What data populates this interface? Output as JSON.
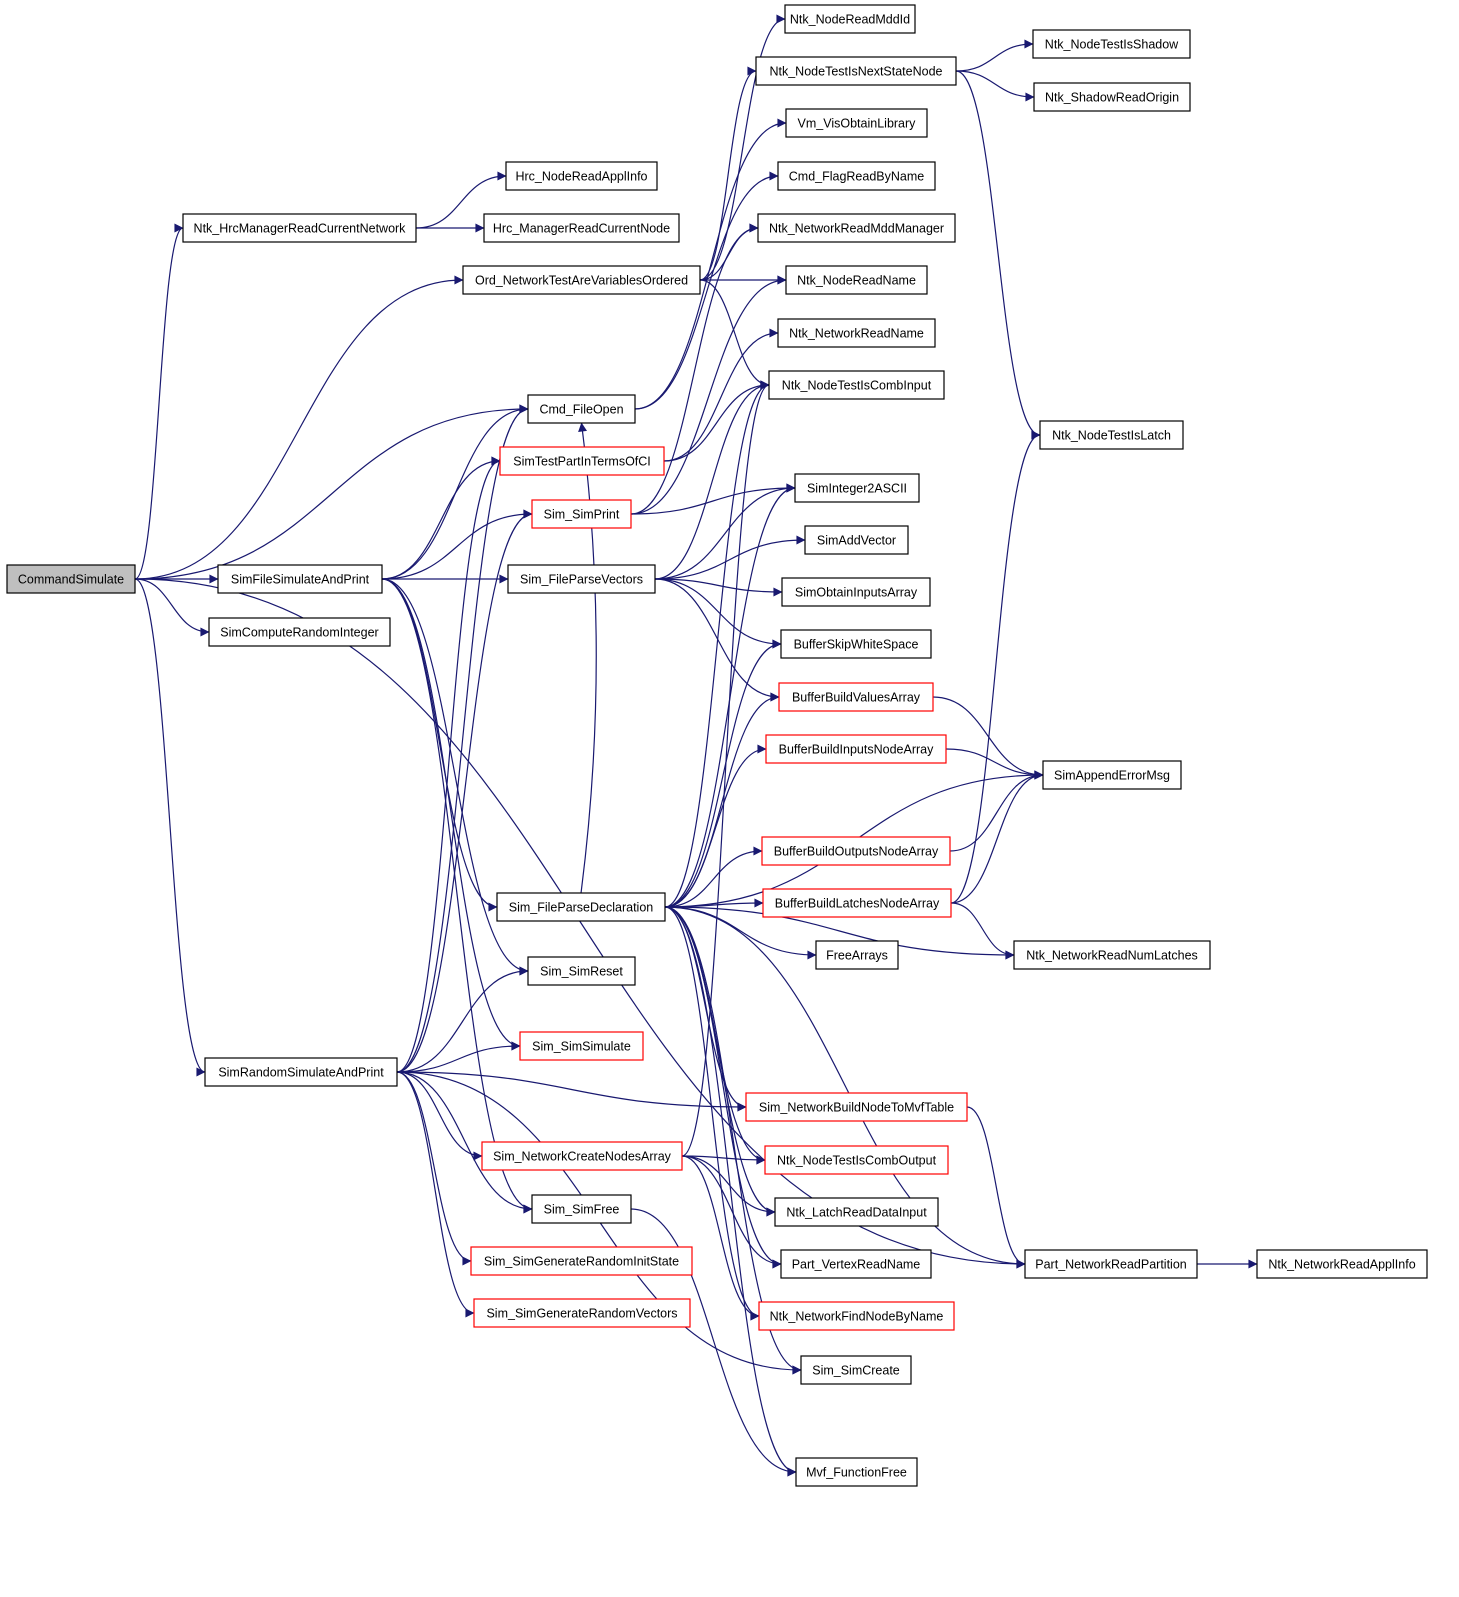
{
  "colors": {
    "edge": "#191970",
    "node_border": "#000000",
    "node_border_incomplete": "#ff0000",
    "root_fill": "#bfbfbf",
    "background": "#ffffff"
  },
  "nodes": [
    {
      "id": "CommandSimulate",
      "label": "CommandSimulate",
      "root": true
    },
    {
      "id": "Ntk_HrcManagerReadCurrentNetwork",
      "label": "Ntk_HrcManagerReadCurrentNetwork"
    },
    {
      "id": "Hrc_NodeReadApplInfo",
      "label": "Hrc_NodeReadApplInfo"
    },
    {
      "id": "Hrc_ManagerReadCurrentNode",
      "label": "Hrc_ManagerReadCurrentNode"
    },
    {
      "id": "Ord_NetworkTestAreVariablesOrdered",
      "label": "Ord_NetworkTestAreVariablesOrdered"
    },
    {
      "id": "Cmd_FileOpen",
      "label": "Cmd_FileOpen"
    },
    {
      "id": "SimTestPartInTermsOfCI",
      "label": "SimTestPartInTermsOfCI",
      "red": true
    },
    {
      "id": "Sim_SimPrint",
      "label": "Sim_SimPrint",
      "red": true
    },
    {
      "id": "SimFileSimulateAndPrint",
      "label": "SimFileSimulateAndPrint"
    },
    {
      "id": "Sim_FileParseVectors",
      "label": "Sim_FileParseVectors"
    },
    {
      "id": "SimComputeRandomInteger",
      "label": "SimComputeRandomInteger"
    },
    {
      "id": "Sim_FileParseDeclaration",
      "label": "Sim_FileParseDeclaration"
    },
    {
      "id": "Sim_SimReset",
      "label": "Sim_SimReset"
    },
    {
      "id": "Sim_SimSimulate",
      "label": "Sim_SimSimulate",
      "red": true
    },
    {
      "id": "SimRandomSimulateAndPrint",
      "label": "SimRandomSimulateAndPrint"
    },
    {
      "id": "Sim_NetworkCreateNodesArray",
      "label": "Sim_NetworkCreateNodesArray",
      "red": true
    },
    {
      "id": "Sim_SimFree",
      "label": "Sim_SimFree"
    },
    {
      "id": "Sim_SimGenerateRandomInitState",
      "label": "Sim_SimGenerateRandomInitState",
      "red": true
    },
    {
      "id": "Sim_SimGenerateRandomVectors",
      "label": "Sim_SimGenerateRandomVectors",
      "red": true
    },
    {
      "id": "Ntk_NodeReadMddId",
      "label": "Ntk_NodeReadMddId"
    },
    {
      "id": "Ntk_NodeTestIsNextStateNode",
      "label": "Ntk_NodeTestIsNextStateNode"
    },
    {
      "id": "Vm_VisObtainLibrary",
      "label": "Vm_VisObtainLibrary"
    },
    {
      "id": "Cmd_FlagReadByName",
      "label": "Cmd_FlagReadByName"
    },
    {
      "id": "Ntk_NetworkReadMddManager",
      "label": "Ntk_NetworkReadMddManager"
    },
    {
      "id": "Ntk_NodeReadName",
      "label": "Ntk_NodeReadName"
    },
    {
      "id": "Ntk_NetworkReadName",
      "label": "Ntk_NetworkReadName"
    },
    {
      "id": "Ntk_NodeTestIsCombInput",
      "label": "Ntk_NodeTestIsCombInput"
    },
    {
      "id": "SimInteger2ASCII",
      "label": "SimInteger2ASCII"
    },
    {
      "id": "SimAddVector",
      "label": "SimAddVector"
    },
    {
      "id": "SimObtainInputsArray",
      "label": "SimObtainInputsArray"
    },
    {
      "id": "BufferSkipWhiteSpace",
      "label": "BufferSkipWhiteSpace"
    },
    {
      "id": "BufferBuildValuesArray",
      "label": "BufferBuildValuesArray",
      "red": true
    },
    {
      "id": "BufferBuildInputsNodeArray",
      "label": "BufferBuildInputsNodeArray",
      "red": true
    },
    {
      "id": "BufferBuildOutputsNodeArray",
      "label": "BufferBuildOutputsNodeArray",
      "red": true
    },
    {
      "id": "BufferBuildLatchesNodeArray",
      "label": "BufferBuildLatchesNodeArray",
      "red": true
    },
    {
      "id": "FreeArrays",
      "label": "FreeArrays"
    },
    {
      "id": "Sim_NetworkBuildNodeToMvfTable",
      "label": "Sim_NetworkBuildNodeToMvfTable",
      "red": true
    },
    {
      "id": "Ntk_NodeTestIsCombOutput",
      "label": "Ntk_NodeTestIsCombOutput",
      "red": true
    },
    {
      "id": "Ntk_LatchReadDataInput",
      "label": "Ntk_LatchReadDataInput"
    },
    {
      "id": "Part_VertexReadName",
      "label": "Part_VertexReadName"
    },
    {
      "id": "Ntk_NetworkFindNodeByName",
      "label": "Ntk_NetworkFindNodeByName",
      "red": true
    },
    {
      "id": "Sim_SimCreate",
      "label": "Sim_SimCreate"
    },
    {
      "id": "Mvf_FunctionFree",
      "label": "Mvf_FunctionFree"
    },
    {
      "id": "Ntk_NodeTestIsShadow",
      "label": "Ntk_NodeTestIsShadow"
    },
    {
      "id": "Ntk_ShadowReadOrigin",
      "label": "Ntk_ShadowReadOrigin"
    },
    {
      "id": "Ntk_NodeTestIsLatch",
      "label": "Ntk_NodeTestIsLatch"
    },
    {
      "id": "SimAppendErrorMsg",
      "label": "SimAppendErrorMsg"
    },
    {
      "id": "Ntk_NetworkReadNumLatches",
      "label": "Ntk_NetworkReadNumLatches"
    },
    {
      "id": "Part_NetworkReadPartition",
      "label": "Part_NetworkReadPartition"
    },
    {
      "id": "Ntk_NetworkReadApplInfo",
      "label": "Ntk_NetworkReadApplInfo"
    }
  ],
  "edges": [
    [
      "CommandSimulate",
      "Ntk_HrcManagerReadCurrentNetwork"
    ],
    [
      "CommandSimulate",
      "Ord_NetworkTestAreVariablesOrdered"
    ],
    [
      "CommandSimulate",
      "Cmd_FileOpen"
    ],
    [
      "CommandSimulate",
      "SimFileSimulateAndPrint"
    ],
    [
      "CommandSimulate",
      "SimComputeRandomInteger"
    ],
    [
      "CommandSimulate",
      "SimRandomSimulateAndPrint"
    ],
    [
      "CommandSimulate",
      "Part_NetworkReadPartition"
    ],
    [
      "Ntk_HrcManagerReadCurrentNetwork",
      "Hrc_NodeReadApplInfo"
    ],
    [
      "Ntk_HrcManagerReadCurrentNetwork",
      "Hrc_ManagerReadCurrentNode"
    ],
    [
      "Ord_NetworkTestAreVariablesOrdered",
      "Ntk_NetworkReadMddManager"
    ],
    [
      "Ord_NetworkTestAreVariablesOrdered",
      "Ntk_NodeReadName"
    ],
    [
      "Ord_NetworkTestAreVariablesOrdered",
      "Ntk_NodeTestIsNextStateNode"
    ],
    [
      "Ord_NetworkTestAreVariablesOrdered",
      "Ntk_NodeTestIsCombInput"
    ],
    [
      "Ord_NetworkTestAreVariablesOrdered",
      "Ntk_NodeReadMddId"
    ],
    [
      "Cmd_FileOpen",
      "Vm_VisObtainLibrary"
    ],
    [
      "Cmd_FileOpen",
      "Cmd_FlagReadByName"
    ],
    [
      "SimFileSimulateAndPrint",
      "Cmd_FileOpen"
    ],
    [
      "SimFileSimulateAndPrint",
      "SimTestPartInTermsOfCI"
    ],
    [
      "SimFileSimulateAndPrint",
      "Sim_SimPrint"
    ],
    [
      "SimFileSimulateAndPrint",
      "Sim_FileParseVectors"
    ],
    [
      "SimFileSimulateAndPrint",
      "Sim_FileParseDeclaration"
    ],
    [
      "SimFileSimulateAndPrint",
      "Sim_SimReset"
    ],
    [
      "SimFileSimulateAndPrint",
      "Sim_SimSimulate"
    ],
    [
      "SimFileSimulateAndPrint",
      "Sim_SimFree"
    ],
    [
      "SimTestPartInTermsOfCI",
      "Ntk_NodeTestIsCombInput"
    ],
    [
      "SimTestPartInTermsOfCI",
      "Ntk_NetworkReadName"
    ],
    [
      "Sim_SimPrint",
      "SimInteger2ASCII"
    ],
    [
      "Sim_SimPrint",
      "Ntk_NodeReadName"
    ],
    [
      "Sim_SimPrint",
      "Ntk_NetworkReadMddManager"
    ],
    [
      "Sim_FileParseVectors",
      "SimInteger2ASCII"
    ],
    [
      "Sim_FileParseVectors",
      "SimAddVector"
    ],
    [
      "Sim_FileParseVectors",
      "SimObtainInputsArray"
    ],
    [
      "Sim_FileParseVectors",
      "BufferSkipWhiteSpace"
    ],
    [
      "Sim_FileParseVectors",
      "BufferBuildValuesArray"
    ],
    [
      "Sim_FileParseVectors",
      "Ntk_NodeTestIsCombInput"
    ],
    [
      "Sim_FileParseDeclaration",
      "Cmd_FileOpen"
    ],
    [
      "Sim_FileParseDeclaration",
      "Ntk_NodeTestIsCombInput"
    ],
    [
      "Sim_FileParseDeclaration",
      "SimInteger2ASCII"
    ],
    [
      "Sim_FileParseDeclaration",
      "BufferSkipWhiteSpace"
    ],
    [
      "Sim_FileParseDeclaration",
      "BufferBuildValuesArray"
    ],
    [
      "Sim_FileParseDeclaration",
      "BufferBuildInputsNodeArray"
    ],
    [
      "Sim_FileParseDeclaration",
      "BufferBuildOutputsNodeArray"
    ],
    [
      "Sim_FileParseDeclaration",
      "BufferBuildLatchesNodeArray"
    ],
    [
      "Sim_FileParseDeclaration",
      "SimAppendErrorMsg"
    ],
    [
      "Sim_FileParseDeclaration",
      "FreeArrays"
    ],
    [
      "Sim_FileParseDeclaration",
      "Ntk_NetworkReadNumLatches"
    ],
    [
      "Sim_FileParseDeclaration",
      "Sim_NetworkBuildNodeToMvfTable"
    ],
    [
      "Sim_FileParseDeclaration",
      "Ntk_NodeTestIsCombOutput"
    ],
    [
      "Sim_FileParseDeclaration",
      "Ntk_LatchReadDataInput"
    ],
    [
      "Sim_FileParseDeclaration",
      "Part_VertexReadName"
    ],
    [
      "Sim_FileParseDeclaration",
      "Ntk_NetworkFindNodeByName"
    ],
    [
      "Sim_FileParseDeclaration",
      "Part_NetworkReadPartition"
    ],
    [
      "Sim_FileParseDeclaration",
      "Sim_SimCreate"
    ],
    [
      "Sim_FileParseDeclaration",
      "Mvf_FunctionFree"
    ],
    [
      "SimRandomSimulateAndPrint",
      "Cmd_FileOpen"
    ],
    [
      "SimRandomSimulateAndPrint",
      "SimTestPartInTermsOfCI"
    ],
    [
      "SimRandomSimulateAndPrint",
      "Sim_SimPrint"
    ],
    [
      "SimRandomSimulateAndPrint",
      "Sim_SimReset"
    ],
    [
      "SimRandomSimulateAndPrint",
      "Sim_SimSimulate"
    ],
    [
      "SimRandomSimulateAndPrint",
      "Sim_NetworkBuildNodeToMvfTable"
    ],
    [
      "SimRandomSimulateAndPrint",
      "Sim_NetworkCreateNodesArray"
    ],
    [
      "SimRandomSimulateAndPrint",
      "Sim_SimFree"
    ],
    [
      "SimRandomSimulateAndPrint",
      "Sim_SimGenerateRandomInitState"
    ],
    [
      "SimRandomSimulateAndPrint",
      "Sim_SimGenerateRandomVectors"
    ],
    [
      "SimRandomSimulateAndPrint",
      "Sim_SimCreate"
    ],
    [
      "Sim_NetworkCreateNodesArray",
      "Ntk_NodeTestIsCombOutput"
    ],
    [
      "Sim_NetworkCreateNodesArray",
      "Ntk_LatchReadDataInput"
    ],
    [
      "Sim_NetworkCreateNodesArray",
      "Part_VertexReadName"
    ],
    [
      "Sim_NetworkCreateNodesArray",
      "Ntk_NetworkFindNodeByName"
    ],
    [
      "Sim_NetworkCreateNodesArray",
      "Ntk_NodeTestIsCombInput"
    ],
    [
      "Sim_SimFree",
      "Mvf_FunctionFree"
    ],
    [
      "Ntk_NodeTestIsNextStateNode",
      "Ntk_NodeTestIsShadow"
    ],
    [
      "Ntk_NodeTestIsNextStateNode",
      "Ntk_ShadowReadOrigin"
    ],
    [
      "Ntk_NodeTestIsNextStateNode",
      "Ntk_NodeTestIsLatch"
    ],
    [
      "BufferBuildValuesArray",
      "SimAppendErrorMsg"
    ],
    [
      "BufferBuildInputsNodeArray",
      "SimAppendErrorMsg"
    ],
    [
      "BufferBuildOutputsNodeArray",
      "SimAppendErrorMsg"
    ],
    [
      "BufferBuildLatchesNodeArray",
      "SimAppendErrorMsg"
    ],
    [
      "BufferBuildLatchesNodeArray",
      "Ntk_NodeTestIsLatch"
    ],
    [
      "BufferBuildLatchesNodeArray",
      "Ntk_NetworkReadNumLatches"
    ],
    [
      "Sim_NetworkBuildNodeToMvfTable",
      "Part_NetworkReadPartition"
    ],
    [
      "Part_NetworkReadPartition",
      "Ntk_NetworkReadApplInfo"
    ]
  ]
}
